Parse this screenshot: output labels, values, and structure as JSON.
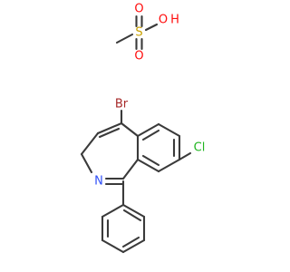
{
  "colors": {
    "bond": "#3a3a3a",
    "carbon": "#3a3a3a",
    "oxygen": "#ff0d0d",
    "nitrogen": "#3050f8",
    "sulfur": "#c8a000",
    "bromine": "#a62929",
    "chlorine": "#1fb51f"
  },
  "labels": {
    "o_double_top": "O",
    "o_double_bottom": "O",
    "o_hydroxyl": "O",
    "h_hydroxyl": "H",
    "sulfur": "S",
    "bromine": "Br",
    "chlorine": "Cl",
    "nitrogen": "N"
  }
}
